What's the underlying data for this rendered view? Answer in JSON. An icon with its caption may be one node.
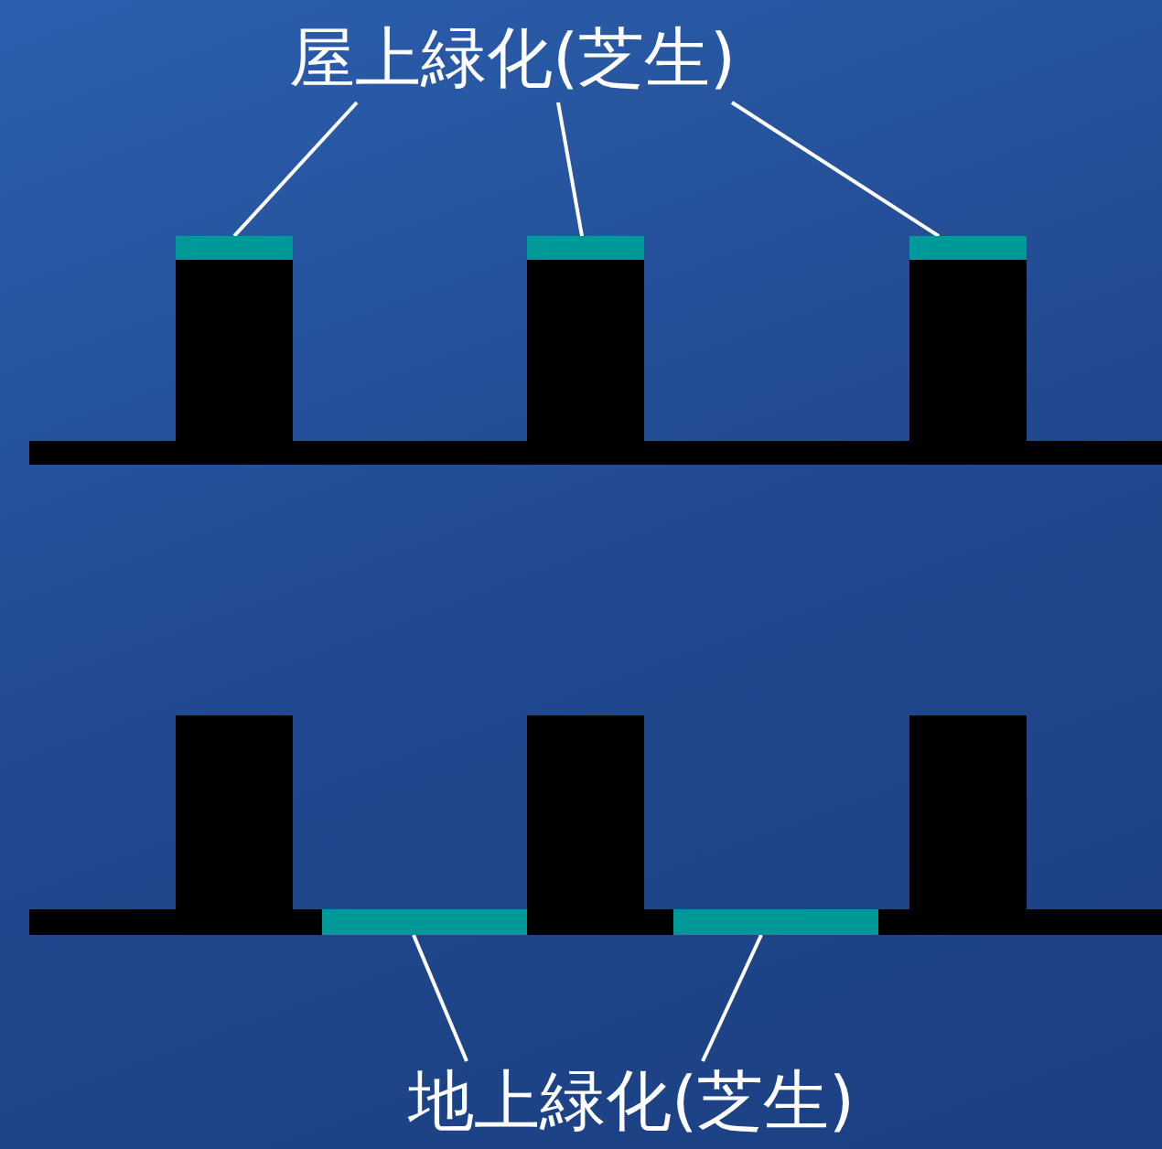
{
  "diagram": {
    "nodes": [
      {
        "text": [
          "屋上緑化(芝生)"
        ]
      },
      {
        "text": [],
        "shape": "bar"
      },
      {
        "text": [],
        "shape": "bar"
      },
      {
        "text": [],
        "shape": "bar"
      },
      {
        "text": [
          "地上緑化(芝生)"
        ]
      },
      {
        "text": [],
        "shape": "bar"
      },
      {
        "text": [],
        "shape": "bar"
      }
    ],
    "edges": [
      {
        "from": 0,
        "to": 1,
        "arrow": "none"
      },
      {
        "from": 0,
        "to": 2,
        "arrow": "none"
      },
      {
        "from": 0,
        "to": 3,
        "arrow": "none"
      },
      {
        "from": 4,
        "to": 5,
        "arrow": "none"
      },
      {
        "from": 4,
        "to": 6,
        "arrow": "none"
      }
    ]
  }
}
